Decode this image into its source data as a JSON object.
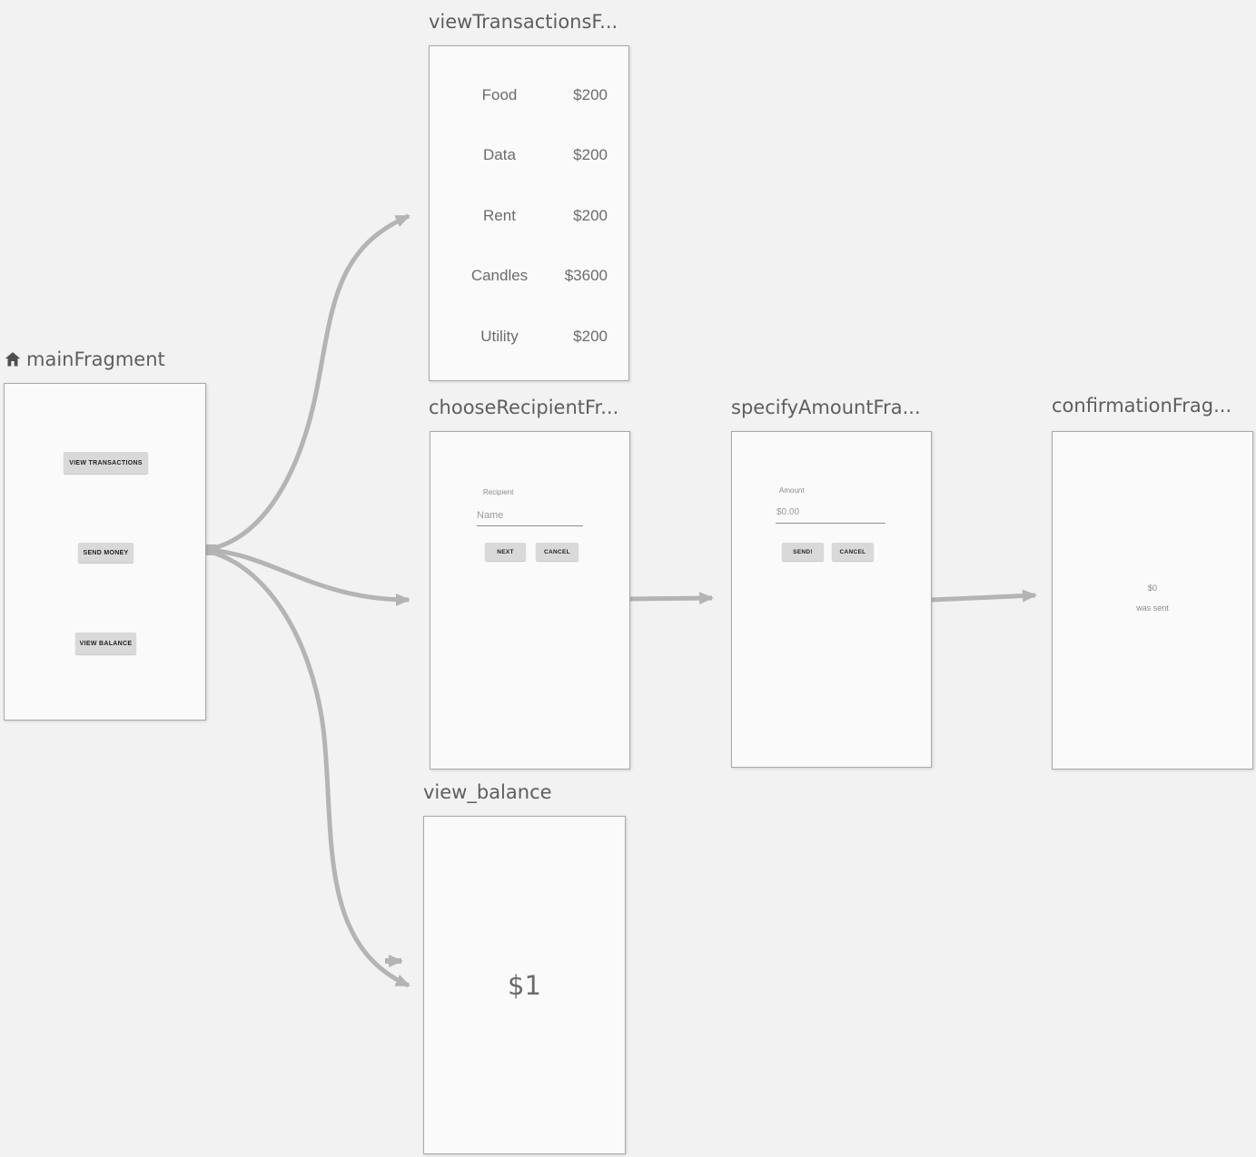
{
  "colors": {
    "canvas_bg": "#f2f2f2",
    "panel_bg": "#fafafa",
    "panel_border": "#a9a9a9",
    "arrow": "#b4b4b4",
    "title_text": "#5e5e5e",
    "mock_button_bg": "#d9d9d9",
    "mock_button_text": "#222222",
    "muted_text": "#8a8a8a",
    "hint_text": "#9b9b9b",
    "row_text": "#6b6b6b"
  },
  "fragments": {
    "main": {
      "title": "mainFragment",
      "buttons": [
        "VIEW TRANSACTIONS",
        "SEND MONEY",
        "VIEW BALANCE"
      ]
    },
    "view_transactions": {
      "title": "viewTransactionsF...",
      "rows": [
        {
          "label": "Food",
          "value": "$200"
        },
        {
          "label": "Data",
          "value": "$200"
        },
        {
          "label": "Rent",
          "value": "$200"
        },
        {
          "label": "Candles",
          "value": "$3600"
        },
        {
          "label": "Utility",
          "value": "$200"
        }
      ]
    },
    "choose_recipient": {
      "title": "chooseRecipientFr...",
      "field_label": "Recipient",
      "field_hint": "Name",
      "buttons": [
        "NEXT",
        "CANCEL"
      ]
    },
    "specify_amount": {
      "title": "specifyAmountFra...",
      "field_label": "Amount",
      "field_hint": "$0.00",
      "buttons": [
        "SEND!",
        "CANCEL"
      ]
    },
    "confirmation": {
      "title": "confirmationFrag...",
      "amount": "$0",
      "message": "was sent"
    },
    "view_balance": {
      "title": "view_balance",
      "balance": "$1"
    }
  }
}
